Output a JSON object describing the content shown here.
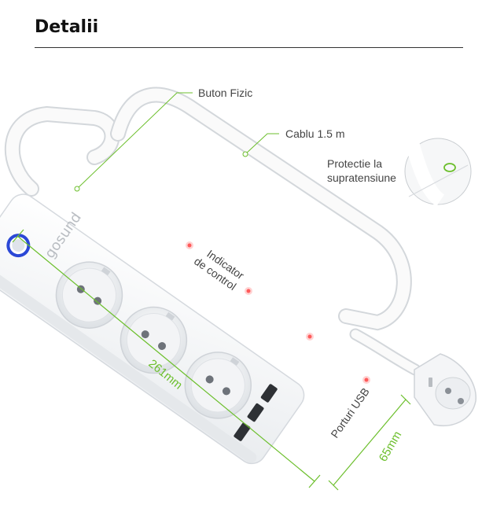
{
  "header": {
    "title": "Detalii"
  },
  "labels": {
    "physical_button": "Buton Fizic",
    "cable": "Cablu 1.5 m",
    "surge_line1": "Protectie la",
    "surge_line2": "supratensiune",
    "indicator_line1": "Indicator",
    "indicator_line2": "de control",
    "usb_ports": "Porturi USB",
    "brand": "gosund"
  },
  "dimensions": {
    "length": "261mm",
    "width": "65mm"
  },
  "colors": {
    "accent_green": "#6cbf2c",
    "button_blue": "#2b48d6",
    "led_red": "#ff5a5a"
  },
  "icons": [
    "power-button-icon",
    "usb-port-icon",
    "socket-icon",
    "plug-icon"
  ]
}
